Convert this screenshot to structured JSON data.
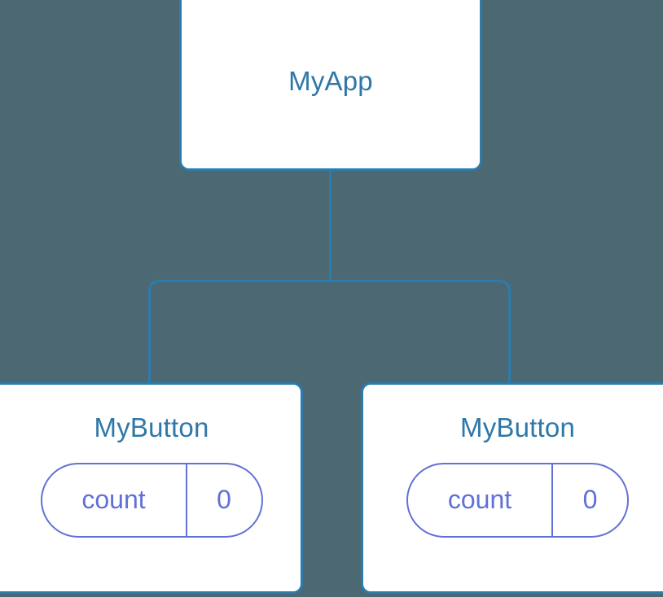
{
  "theme": {
    "background": "#4c6873",
    "card_border": "#2b7cad",
    "card_fill": "#ffffff",
    "title_text": "#2e78a8",
    "connector": "#2b7cad",
    "pill_stroke": "#6170d8",
    "pill_text": "#6170d8"
  },
  "tree": {
    "root": {
      "title": "MyApp"
    },
    "children": [
      {
        "title": "MyButton",
        "state": {
          "key": "count",
          "value": "0"
        }
      },
      {
        "title": "MyButton",
        "state": {
          "key": "count",
          "value": "0"
        }
      }
    ]
  }
}
